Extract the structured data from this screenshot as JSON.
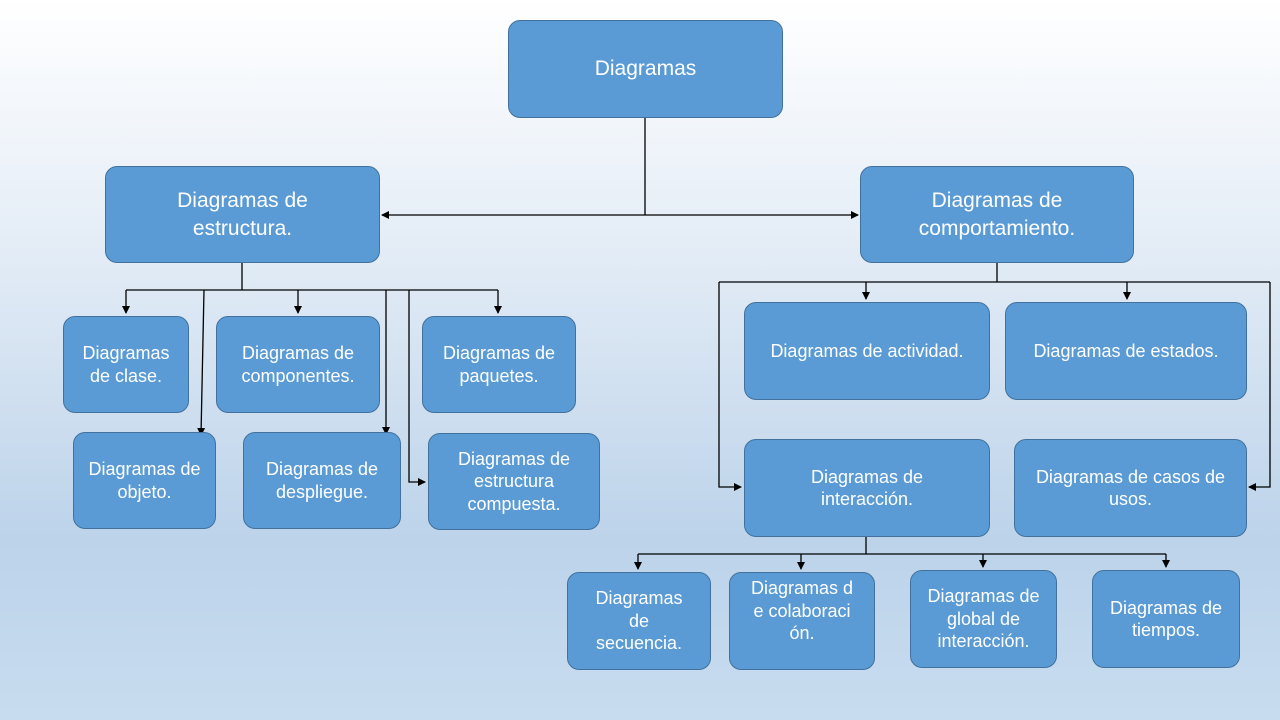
{
  "root": {
    "label": "Diagramas"
  },
  "branches": {
    "structure": {
      "label": "Diagramas de estructura.",
      "children": {
        "clase": "Diagramas de clase.",
        "componentes": "Diagramas de componentes.",
        "paquetes": "Diagramas de paquetes.",
        "objeto": "Diagramas de objeto.",
        "despliegue": "Diagramas de despliegue.",
        "estructura_compuesta": "Diagramas de estructura compuesta."
      }
    },
    "behavior": {
      "label": "Diagramas de comportamiento.",
      "children": {
        "actividad": "Diagramas de actividad.",
        "estados": "Diagramas de estados.",
        "interaccion": "Diagramas de interacción.",
        "casos_uso": "Diagramas de casos de usos."
      },
      "interaction_children": {
        "secuencia": "Diagramas de secuencia.",
        "colaboracion": "Diagramas de colaboración.",
        "global": "Diagramas de global de interacción.",
        "tiempos": "Diagramas de tiempos."
      }
    }
  },
  "colors": {
    "node_fill": "#5b9bd5",
    "node_border": "#41719c",
    "connector": "#000000"
  }
}
